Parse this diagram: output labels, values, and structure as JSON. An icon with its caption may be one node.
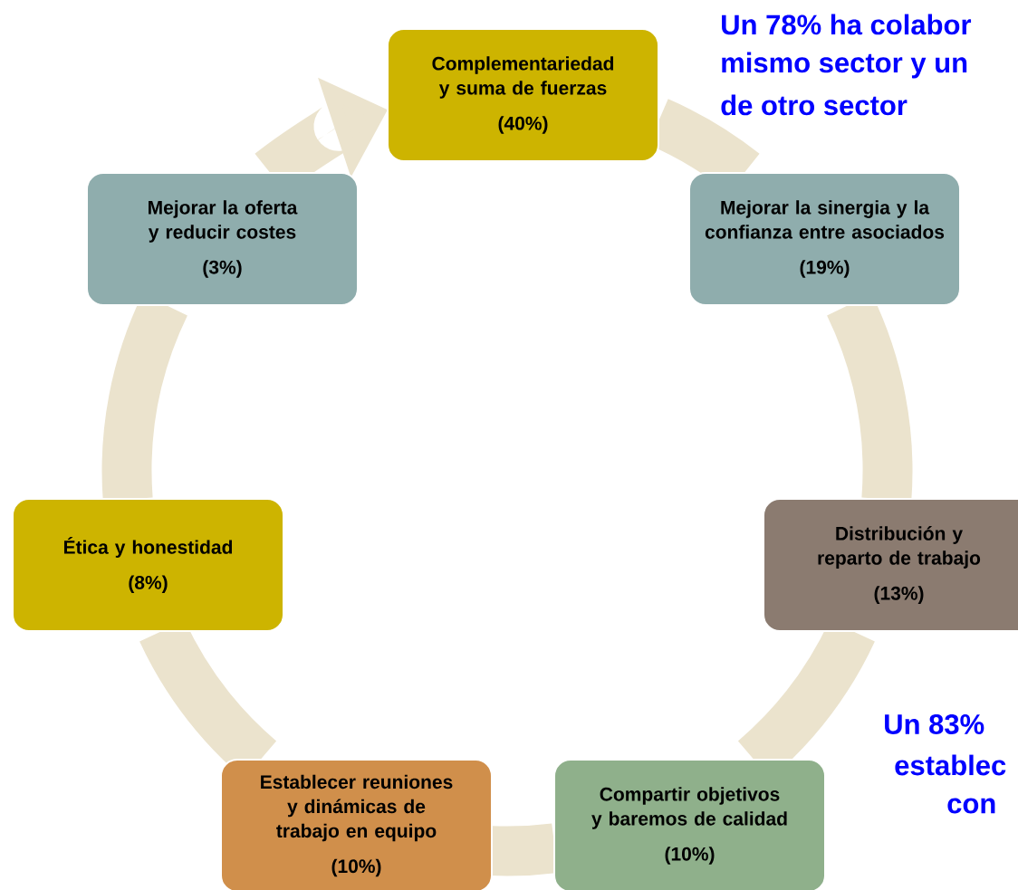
{
  "diagram": {
    "nodes": [
      {
        "text": [
          "Complementariedad y suma de fuerzas",
          "(40%)"
        ]
      },
      {
        "text": [
          "Mejorar la oferta y reducir costes",
          "(3%)"
        ]
      },
      {
        "text": [
          "Mejorar la sinergia y la confianza entre asociados",
          "(19%)"
        ]
      },
      {
        "text": [
          "Ética y honestidad",
          "(8%)"
        ]
      },
      {
        "text": [
          "Distribución y reparto de trabajo",
          "(13%)"
        ]
      },
      {
        "text": [
          "Establecer reuniones y dinámicas de trabajo en equipo",
          "(10%)"
        ]
      },
      {
        "text": [
          "Compartir objetivos y baremos de calidad",
          "(10%)"
        ]
      }
    ],
    "edges": [
      {
        "from": 0,
        "to": 2,
        "arrow": "none"
      },
      {
        "from": 2,
        "to": 4,
        "arrow": "none"
      },
      {
        "from": 4,
        "to": 6,
        "arrow": "none"
      },
      {
        "from": 6,
        "to": 5,
        "arrow": "none"
      },
      {
        "from": 5,
        "to": 3,
        "arrow": "none"
      },
      {
        "from": 3,
        "to": 1,
        "arrow": "none"
      },
      {
        "from": 1,
        "to": 0,
        "arrow": "to"
      }
    ],
    "labels": [
      "Un 78% ha colabor",
      "mismo sector y un",
      "de otro sector",
      "Un 83%",
      "establec",
      "con"
    ]
  }
}
